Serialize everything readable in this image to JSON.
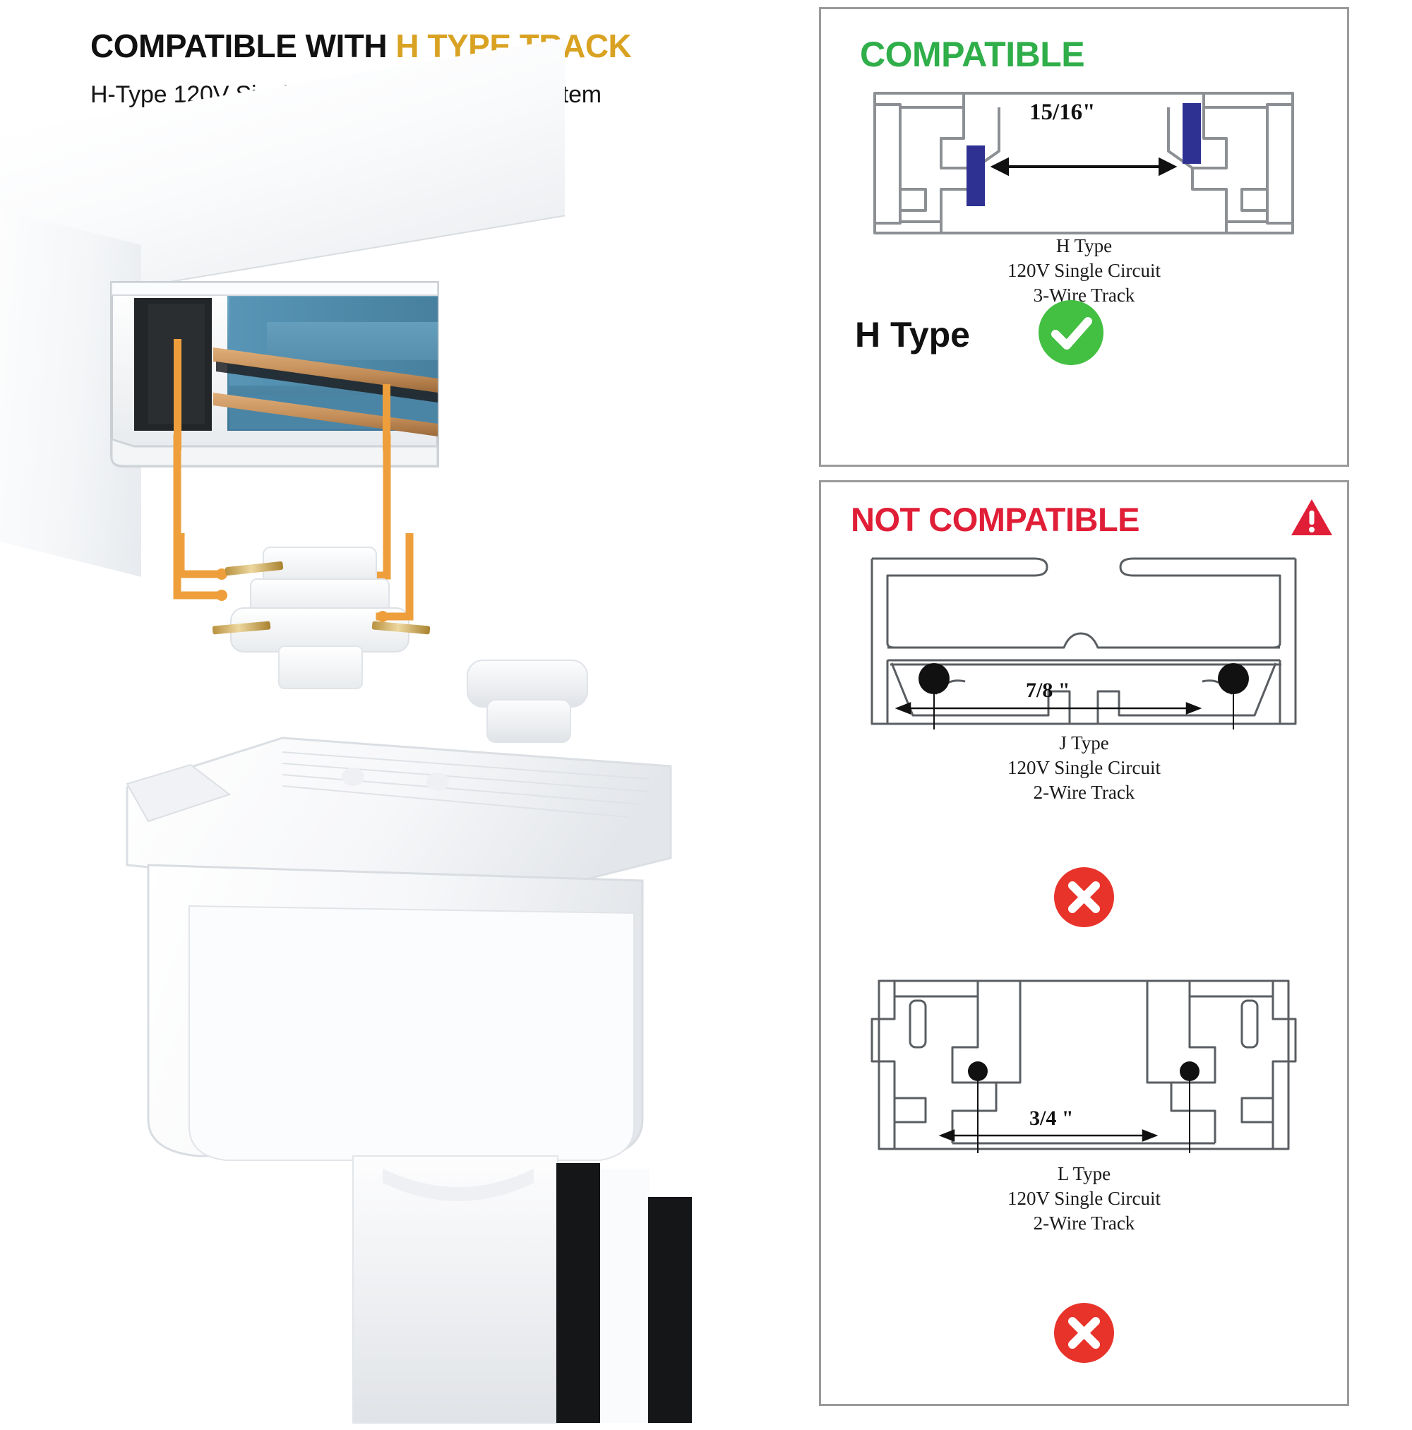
{
  "header": {
    "headline_black": "COMPATIBLE WITH ",
    "headline_accent": "H TYPE TRACK",
    "subheadline": "H-Type 120V Single Circuit 3-Wire Track System",
    "accent_color": "#D9A222"
  },
  "product": {
    "name": "h-type-track-cross-section-with-adapter",
    "track_body_color": "#f1f3f5",
    "insulator_color": "#4A89A8",
    "conductor_color": "#c08b56",
    "wire_color": "#EE9F3C"
  },
  "panels": {
    "compatible": {
      "title": "COMPATIBLE",
      "title_color": "#2FAE4A",
      "dimension": "15/16\"",
      "caption_line1": "H Type",
      "caption_line2": "120V Single Circuit",
      "caption_line3": "3-Wire Track",
      "verdict_label": "H Type",
      "verdict_icon": "check-circle-icon",
      "verdict_color": "#43BF41",
      "conductor_color": "#2E3192"
    },
    "not_compatible": {
      "title": "NOT COMPATIBLE",
      "title_color": "#E01E37",
      "warning_icon": "warning-triangle-icon",
      "items": [
        {
          "dimension": "7/8 \"",
          "caption_line1": "J Type",
          "caption_line2": "120V Single Circuit",
          "caption_line3": "2-Wire Track",
          "verdict_icon": "x-circle-icon",
          "verdict_color": "#E8332A"
        },
        {
          "dimension": "3/4 \"",
          "caption_line1": "L Type",
          "caption_line2": "120V Single Circuit",
          "caption_line3": "2-Wire Track",
          "verdict_icon": "x-circle-icon",
          "verdict_color": "#E8332A"
        }
      ]
    }
  }
}
